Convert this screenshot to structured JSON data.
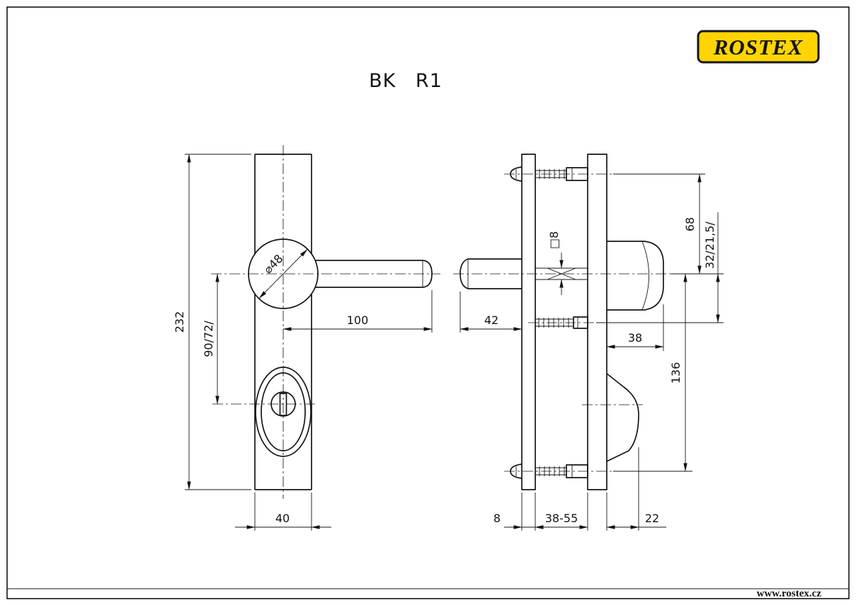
{
  "page": {
    "title": "BK R1",
    "brand": "ROSTEX",
    "website": "www.rostex.cz"
  },
  "colors": {
    "brand_bg": "#ffd400",
    "line": "#161616"
  },
  "front_view": {
    "dims": {
      "height": "232",
      "axes_spacing": "90/72/",
      "handle_length": "100",
      "knob_diameter": "⌀48",
      "plate_width": "40"
    }
  },
  "side_view": {
    "dims": {
      "knob_projection": "42",
      "spindle_square": "□8",
      "screw_to_axis": "68",
      "axis_to_cylinder": "32/21,5/",
      "grip_depth": "38",
      "axis_to_bottom_screw": "136",
      "plate_thickness": "8",
      "door_thickness": "38-55",
      "cover_projection": "22"
    }
  }
}
